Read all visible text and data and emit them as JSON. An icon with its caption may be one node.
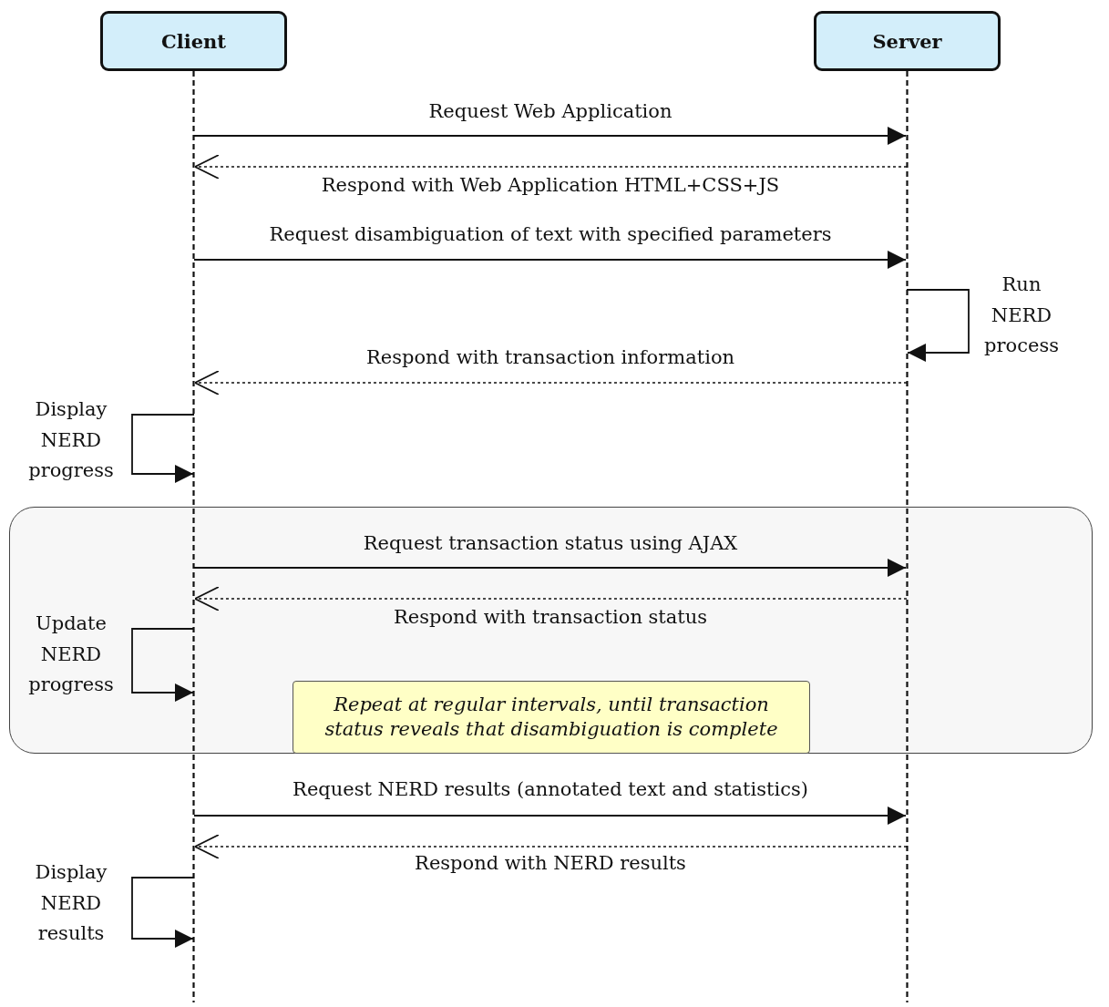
{
  "diagram": {
    "nodes": [
      {
        "text": [
          "Client"
        ]
      },
      {
        "text": [
          "Server"
        ]
      },
      {
        "text": [],
        "shape": "box"
      },
      {
        "text": [
          "Repeat at regular intervals, until transaction status reveals that disambiguation is complete"
        ],
        "in": 2
      }
    ],
    "edges": [
      {
        "from": 0,
        "to": 1,
        "arrow": "to",
        "label": "Request Web Application"
      },
      {
        "from": 1,
        "to": 0,
        "arrow": "to",
        "style": "dashed",
        "label": "Respond with Web Application HTML+CSS+JS"
      },
      {
        "from": 0,
        "to": 1,
        "arrow": "to",
        "label": "Request disambiguation of text with specified parameters"
      },
      {
        "from": 1,
        "to": 1,
        "arrow": "to",
        "label": "Run NERD process"
      },
      {
        "from": 1,
        "to": 0,
        "arrow": "to",
        "style": "dashed",
        "label": "Respond with transaction information"
      },
      {
        "from": 0,
        "to": 0,
        "arrow": "to",
        "label": "Display NERD progress"
      },
      {
        "from": 0,
        "to": 1,
        "arrow": "to",
        "label": "Request transaction status using AJAX"
      },
      {
        "from": 1,
        "to": 0,
        "arrow": "to",
        "style": "dashed",
        "label": "Respond with transaction status"
      },
      {
        "from": 0,
        "to": 0,
        "arrow": "to",
        "label": "Update NERD progress"
      },
      {
        "from": 0,
        "to": 1,
        "arrow": "to",
        "label": "Request NERD results (annotated text and statistics)"
      },
      {
        "from": 1,
        "to": 0,
        "arrow": "to",
        "style": "dashed",
        "label": "Respond with NERD results"
      },
      {
        "from": 0,
        "to": 0,
        "arrow": "to",
        "label": "Display NERD results"
      }
    ]
  }
}
